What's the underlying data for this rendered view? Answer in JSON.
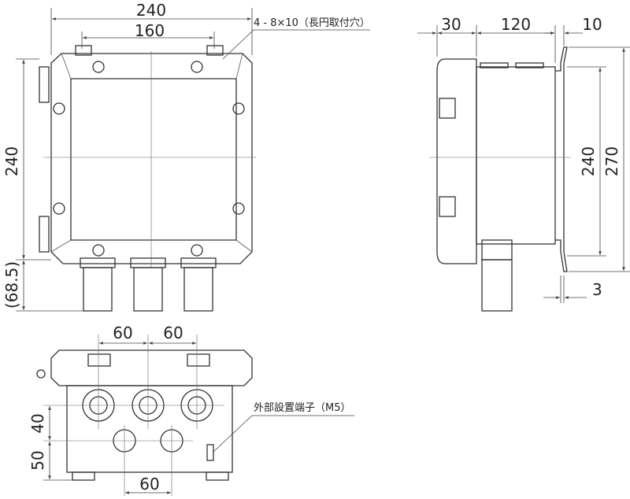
{
  "front_view": {
    "dim_width_overall": "240",
    "dim_hole_pitch": "160",
    "dim_height": "240",
    "dim_gland": "(68.5)",
    "note_mounting_holes": "4 - 8×10（長円取付穴）"
  },
  "side_view": {
    "dim_cover": "30",
    "dim_body": "120",
    "dim_bracket": "10",
    "dim_height": "240",
    "dim_bracket_height": "270",
    "dim_thickness": "3"
  },
  "bottom_view": {
    "dim_pitch_1": "60",
    "dim_pitch_2": "60",
    "dim_row": "40",
    "dim_base": "50",
    "dim_lower_pitch": "60",
    "note_ground_terminal": "外部設置端子（M5）"
  }
}
